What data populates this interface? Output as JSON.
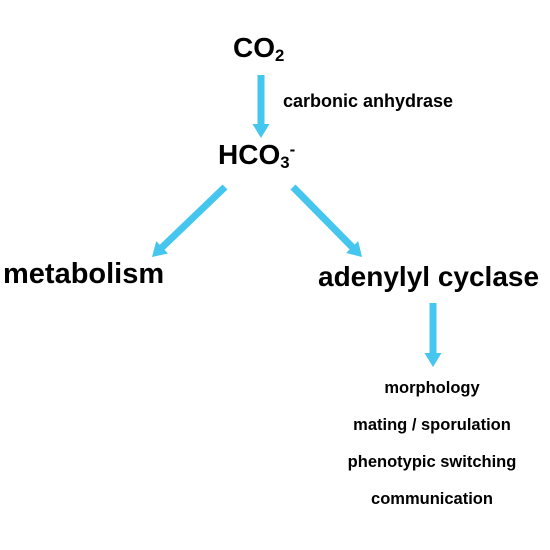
{
  "colors": {
    "arrow": "#44c6ef",
    "text": "#000000",
    "background": "#ffffff"
  },
  "nodes": {
    "co2": {
      "base": "CO",
      "sub": "2"
    },
    "enzyme": "carbonic anhydrase",
    "hco3": {
      "base": "HCO",
      "sub": "3",
      "sup": "-"
    },
    "metabolism": "metabolism",
    "adenylyl_cyclase": "adenylyl cyclase"
  },
  "outcomes": [
    "morphology",
    "mating / sporulation",
    "phenotypic switching",
    "communication"
  ]
}
